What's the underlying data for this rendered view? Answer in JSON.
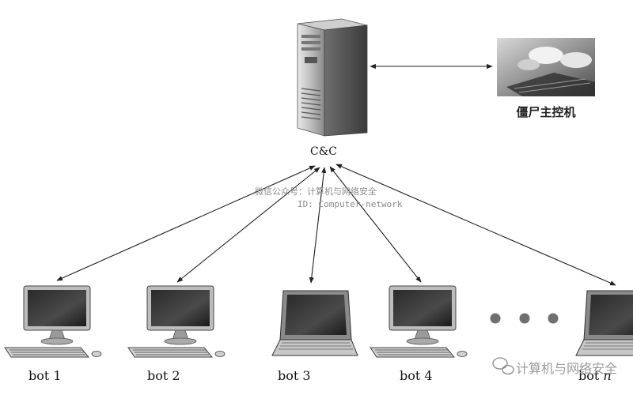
{
  "server": {
    "label": "C&C",
    "icon": "server-tower-icon"
  },
  "master": {
    "label": "僵尸主控机",
    "icon": "keyboard-hands-photo-icon"
  },
  "overlay": {
    "line1": "微信公众号：计算机与网络安全",
    "line2": "ID: Computer-network"
  },
  "bots": [
    {
      "label": "bot 1",
      "type": "desktop"
    },
    {
      "label": "bot 2",
      "type": "desktop"
    },
    {
      "label": "bot 3",
      "type": "laptop"
    },
    {
      "label": "bot 4",
      "type": "desktop"
    },
    {
      "label": "bot ",
      "label_italic": "n",
      "type": "laptop"
    }
  ],
  "ellipsis": {
    "count": 3
  },
  "watermark": {
    "text": "计算机与网络安全",
    "icon": "wechat-icon"
  }
}
